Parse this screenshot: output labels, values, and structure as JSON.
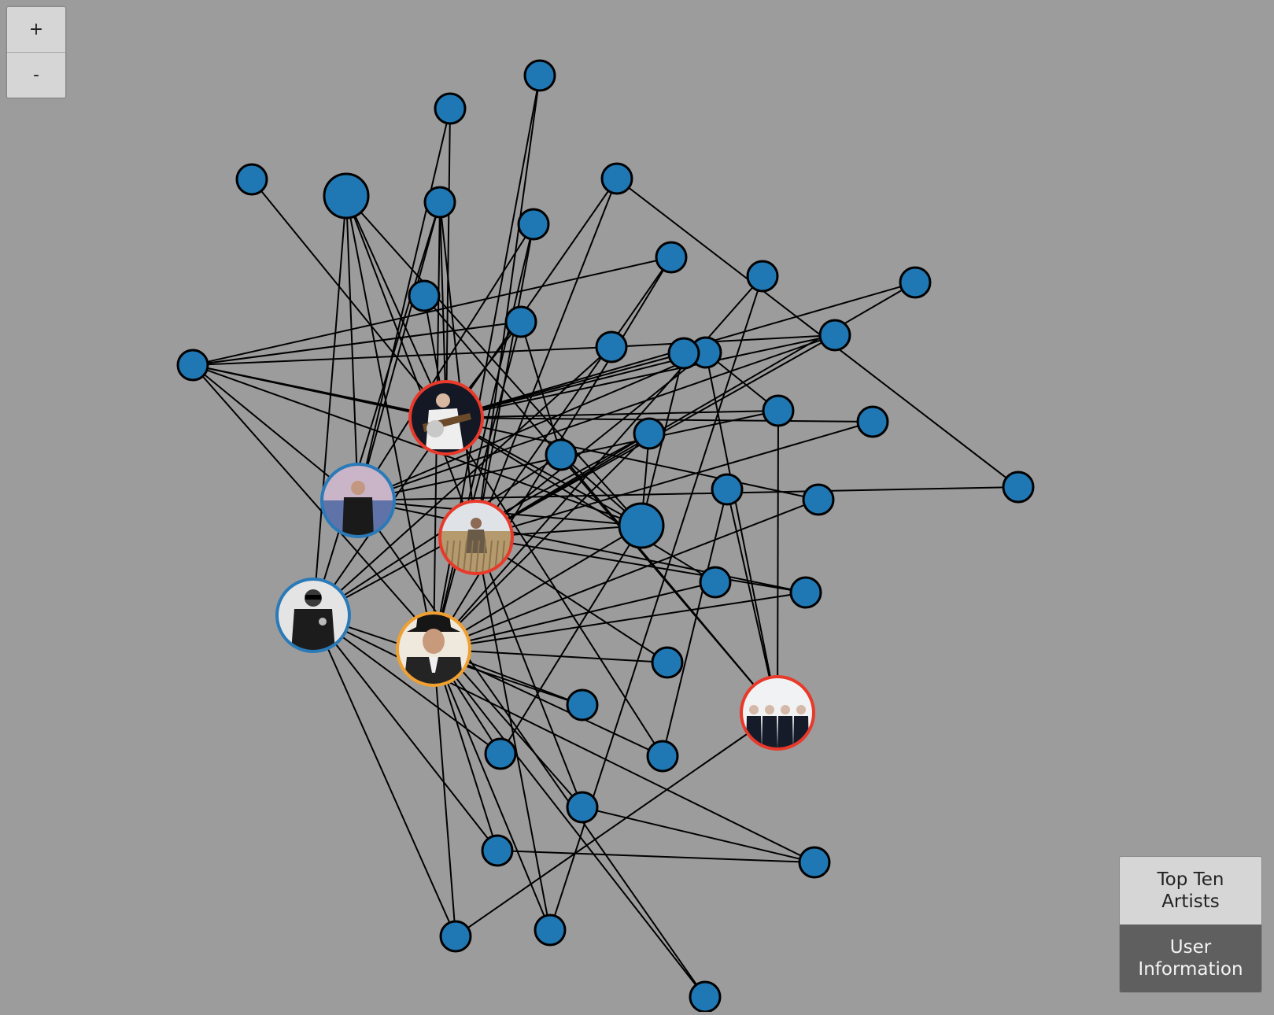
{
  "zoom": {
    "in_label": "+",
    "out_label": "-"
  },
  "panel": {
    "top_ten_label": "Top Ten\nArtists",
    "user_info_label": "User\nInformation"
  },
  "colors": {
    "background": "#9c9c9c",
    "node_fill": "#1f78b4",
    "node_stroke": "#000000",
    "edge": "#000000",
    "ring_red": "#e8392a",
    "ring_blue": "#2a7ab8",
    "ring_orange": "#f0a030"
  },
  "graph": {
    "nodes": [
      {
        "id": "n1",
        "kind": "plain",
        "size": "small"
      },
      {
        "id": "n2",
        "kind": "plain",
        "size": "small"
      },
      {
        "id": "n3",
        "kind": "plain",
        "size": "small"
      },
      {
        "id": "n4",
        "kind": "plain",
        "size": "large"
      },
      {
        "id": "n5",
        "kind": "plain",
        "size": "small"
      },
      {
        "id": "n6",
        "kind": "plain",
        "size": "small"
      },
      {
        "id": "n7",
        "kind": "plain",
        "size": "small"
      },
      {
        "id": "n8",
        "kind": "plain",
        "size": "small"
      },
      {
        "id": "n9",
        "kind": "plain",
        "size": "small"
      },
      {
        "id": "n10",
        "kind": "plain",
        "size": "small"
      },
      {
        "id": "n11",
        "kind": "plain",
        "size": "small"
      },
      {
        "id": "n12",
        "kind": "plain",
        "size": "small"
      },
      {
        "id": "n13",
        "kind": "plain",
        "size": "small"
      },
      {
        "id": "n14",
        "kind": "plain",
        "size": "small"
      },
      {
        "id": "n15",
        "kind": "plain",
        "size": "small"
      },
      {
        "id": "n16",
        "kind": "plain",
        "size": "small"
      },
      {
        "id": "n17",
        "kind": "plain",
        "size": "small"
      },
      {
        "id": "n18",
        "kind": "plain",
        "size": "small"
      },
      {
        "id": "n19",
        "kind": "plain",
        "size": "small"
      },
      {
        "id": "n20",
        "kind": "plain",
        "size": "small"
      },
      {
        "id": "n21",
        "kind": "plain",
        "size": "small"
      },
      {
        "id": "n22",
        "kind": "plain",
        "size": "small"
      },
      {
        "id": "n23",
        "kind": "plain",
        "size": "large"
      },
      {
        "id": "n24",
        "kind": "plain",
        "size": "small"
      },
      {
        "id": "n25",
        "kind": "plain",
        "size": "small"
      },
      {
        "id": "n26",
        "kind": "plain",
        "size": "small"
      },
      {
        "id": "n27",
        "kind": "plain",
        "size": "small"
      },
      {
        "id": "n28",
        "kind": "plain",
        "size": "small"
      },
      {
        "id": "n29",
        "kind": "plain",
        "size": "small"
      },
      {
        "id": "n30",
        "kind": "plain",
        "size": "small"
      },
      {
        "id": "n31",
        "kind": "plain",
        "size": "small"
      },
      {
        "id": "n32",
        "kind": "plain",
        "size": "small"
      },
      {
        "id": "n33",
        "kind": "plain",
        "size": "small"
      },
      {
        "id": "n34",
        "kind": "plain",
        "size": "small"
      },
      {
        "id": "n35",
        "kind": "plain",
        "size": "small"
      },
      {
        "id": "n36",
        "kind": "plain",
        "size": "small"
      },
      {
        "id": "n37",
        "kind": "plain",
        "size": "small"
      },
      {
        "id": "guitarist",
        "kind": "photo",
        "ring": "red",
        "icon": "guitarist-photo-icon"
      },
      {
        "id": "man-suit",
        "kind": "photo",
        "ring": "blue",
        "icon": "man-in-suit-photo-icon"
      },
      {
        "id": "field",
        "kind": "photo",
        "ring": "red",
        "icon": "woman-in-field-photo-icon"
      },
      {
        "id": "glasses",
        "kind": "photo",
        "ring": "blue",
        "icon": "man-with-sunglasses-photo-icon"
      },
      {
        "id": "hat",
        "kind": "photo",
        "ring": "orange",
        "icon": "man-in-hat-photo-icon"
      },
      {
        "id": "band",
        "kind": "photo",
        "ring": "red",
        "icon": "band-photo-icon"
      }
    ],
    "edges": [
      [
        "n1",
        "guitarist"
      ],
      [
        "n2",
        "guitarist"
      ],
      [
        "n2",
        "man-suit"
      ],
      [
        "n3",
        "field"
      ],
      [
        "n3",
        "hat"
      ],
      [
        "n4",
        "man-suit"
      ],
      [
        "n4",
        "glasses"
      ],
      [
        "n4",
        "field"
      ],
      [
        "n4",
        "hat"
      ],
      [
        "n4",
        "guitarist"
      ],
      [
        "n4",
        "n23"
      ],
      [
        "n5",
        "guitarist"
      ],
      [
        "n5",
        "man-suit"
      ],
      [
        "n5",
        "glasses"
      ],
      [
        "n5",
        "hat"
      ],
      [
        "n5",
        "field"
      ],
      [
        "n6",
        "glasses"
      ],
      [
        "n6",
        "field"
      ],
      [
        "n6",
        "n21"
      ],
      [
        "n7",
        "field"
      ],
      [
        "n7",
        "man-suit"
      ],
      [
        "n7",
        "hat"
      ],
      [
        "n8",
        "field"
      ],
      [
        "n8",
        "hat"
      ],
      [
        "n8",
        "n16"
      ],
      [
        "n9",
        "hat"
      ],
      [
        "n9",
        "n35"
      ],
      [
        "n10",
        "guitarist"
      ],
      [
        "n10",
        "field"
      ],
      [
        "n11",
        "guitarist"
      ],
      [
        "n11",
        "band"
      ],
      [
        "n12",
        "guitarist"
      ],
      [
        "n12",
        "hat"
      ],
      [
        "n12",
        "n16"
      ],
      [
        "n12",
        "n20"
      ],
      [
        "n13",
        "guitarist"
      ],
      [
        "n13",
        "field"
      ],
      [
        "n13",
        "man-suit"
      ],
      [
        "n13",
        "n14"
      ],
      [
        "n14",
        "n16"
      ],
      [
        "n14",
        "glasses"
      ],
      [
        "n15",
        "guitarist"
      ],
      [
        "n15",
        "man-suit"
      ],
      [
        "n15",
        "field"
      ],
      [
        "n15",
        "n17"
      ],
      [
        "n15",
        "band"
      ],
      [
        "n16",
        "guitarist"
      ],
      [
        "n16",
        "man-suit"
      ],
      [
        "n16",
        "n23"
      ],
      [
        "n16",
        "n31"
      ],
      [
        "n17",
        "guitarist"
      ],
      [
        "n17",
        "man-suit"
      ],
      [
        "n17",
        "band"
      ],
      [
        "n18",
        "guitarist"
      ],
      [
        "n18",
        "field"
      ],
      [
        "n19",
        "field"
      ],
      [
        "n19",
        "n23"
      ],
      [
        "n19",
        "glasses"
      ],
      [
        "n19",
        "hat"
      ],
      [
        "n20",
        "band"
      ],
      [
        "n20",
        "glasses"
      ],
      [
        "n20",
        "n23"
      ],
      [
        "n21",
        "man-suit"
      ],
      [
        "n22",
        "band"
      ],
      [
        "n22",
        "n30"
      ],
      [
        "n23",
        "man-suit"
      ],
      [
        "n23",
        "field"
      ],
      [
        "n23",
        "hat"
      ],
      [
        "n23",
        "n29"
      ],
      [
        "n23",
        "guitarist"
      ],
      [
        "n24",
        "hat"
      ],
      [
        "n24",
        "n16"
      ],
      [
        "n25",
        "guitarist"
      ],
      [
        "n25",
        "hat"
      ],
      [
        "n26",
        "field"
      ],
      [
        "n26",
        "hat"
      ],
      [
        "n26",
        "man-suit"
      ],
      [
        "n27",
        "field"
      ],
      [
        "n27",
        "hat"
      ],
      [
        "n28",
        "hat"
      ],
      [
        "n28",
        "glasses"
      ],
      [
        "n29",
        "hat"
      ],
      [
        "n29",
        "glasses"
      ],
      [
        "n30",
        "hat"
      ],
      [
        "n30",
        "guitarist"
      ],
      [
        "n31",
        "field"
      ],
      [
        "n31",
        "n33"
      ],
      [
        "n32",
        "glasses"
      ],
      [
        "n32",
        "hat"
      ],
      [
        "n33",
        "glasses"
      ],
      [
        "n33",
        "n32"
      ],
      [
        "n34",
        "hat"
      ],
      [
        "n34",
        "band"
      ],
      [
        "n34",
        "glasses"
      ],
      [
        "n35",
        "field"
      ],
      [
        "n35",
        "hat"
      ],
      [
        "n36",
        "hat"
      ],
      [
        "n36",
        "man-suit"
      ],
      [
        "n37",
        "guitarist"
      ],
      [
        "n37",
        "n23"
      ]
    ]
  }
}
